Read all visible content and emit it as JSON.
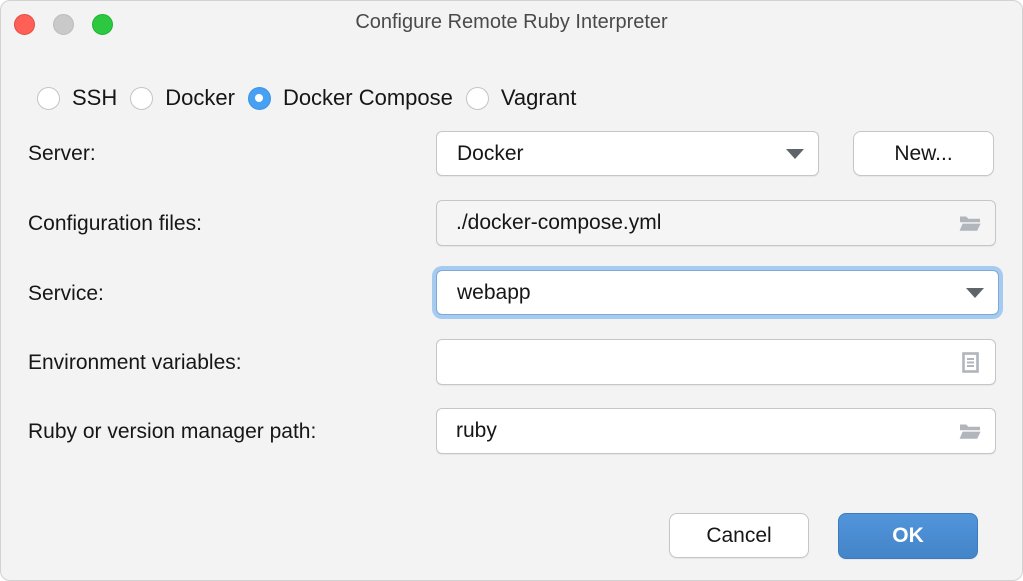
{
  "window": {
    "title": "Configure Remote Ruby Interpreter"
  },
  "interpreter_types": {
    "options": [
      {
        "label": "SSH",
        "selected": false
      },
      {
        "label": "Docker",
        "selected": false
      },
      {
        "label": "Docker Compose",
        "selected": true
      },
      {
        "label": "Vagrant",
        "selected": false
      }
    ]
  },
  "form": {
    "server": {
      "label": "Server:",
      "value": "Docker",
      "new_button": "New..."
    },
    "configuration_files": {
      "label": "Configuration files:",
      "value": "./docker-compose.yml"
    },
    "service": {
      "label": "Service:",
      "value": "webapp"
    },
    "environment_variables": {
      "label": "Environment variables:",
      "value": ""
    },
    "ruby_path": {
      "label": "Ruby or version manager path:",
      "value": "ruby"
    }
  },
  "footer": {
    "cancel": "Cancel",
    "ok": "OK"
  },
  "colors": {
    "window_background": "#f4f3f4",
    "accent_radio_blue": "#47a0f2",
    "ok_button_blue": "#4a8cd2",
    "focus_ring_blue": "#a6cbf0",
    "traffic_close": "#fe5f57",
    "traffic_minimize": "#c9c9c9",
    "traffic_zoom": "#2bc840"
  }
}
